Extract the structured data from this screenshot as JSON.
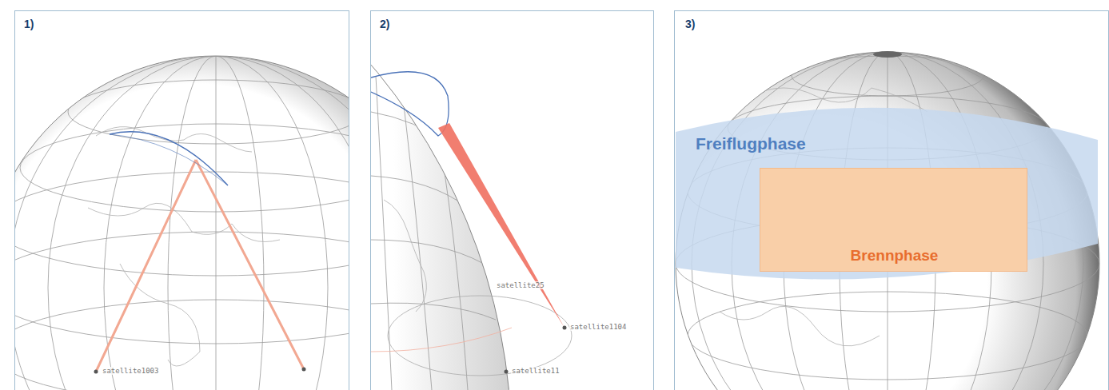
{
  "diagram": {
    "nodes": [
      {
        "text": [
          "Freiflugphase"
        ]
      },
      {
        "text": [
          "Brennphase"
        ],
        "in": 0
      }
    ],
    "labels": [
      "1)",
      "2)",
      "3)",
      "satellite1003",
      "satellite25",
      "satellite1104",
      "satellite11"
    ]
  }
}
